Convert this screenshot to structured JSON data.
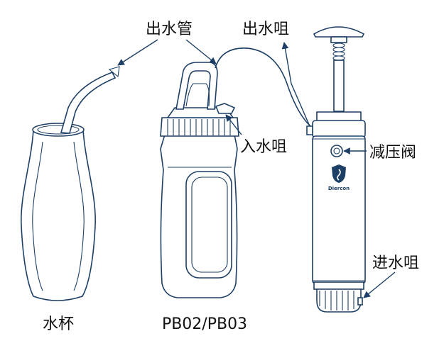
{
  "labels": {
    "outlet_tube": "出水管",
    "outlet_nozzle": "出水咀",
    "inlet_nozzle": "入水咀",
    "relief_valve": "减压阀",
    "water_intake": "进水咀",
    "cup": "水杯",
    "model": "PB02/PB03"
  },
  "brand": "Diercon",
  "colors": {
    "outline": "#1d3f66",
    "text": "#111111",
    "background": "#ffffff"
  },
  "icons": [
    "arrow-icon",
    "shield-logo-icon"
  ]
}
